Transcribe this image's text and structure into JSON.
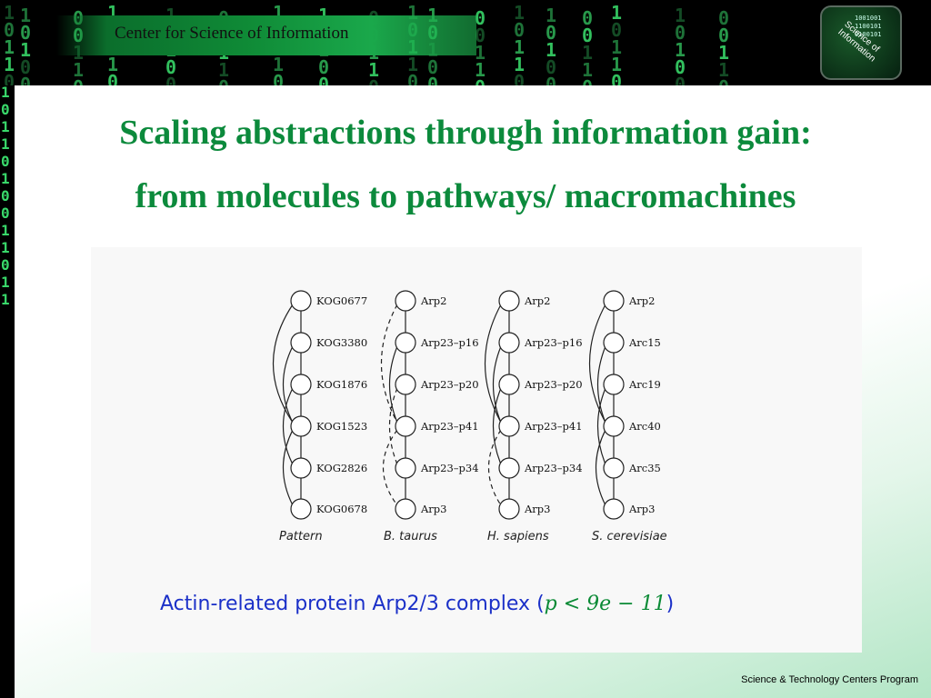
{
  "header": {
    "org_name": "Center for Science of Information",
    "logo_icon": "science-of-information-logo",
    "logo_text": "Science of Information",
    "logo_digits": [
      "1001001",
      "1100101",
      "0100101"
    ]
  },
  "title": {
    "line1": "Scaling abstractions through information gain:",
    "line2": "from molecules to pathways/ macromachines"
  },
  "diagram": {
    "columns": [
      {
        "label": "Pattern",
        "nodes": [
          "KOG0677",
          "KOG3380",
          "KOG1876",
          "KOG1523",
          "KOG2826",
          "KOG0678"
        ]
      },
      {
        "label": "B. taurus",
        "nodes": [
          "Arp2",
          "Arp23–p16",
          "Arp23–p20",
          "Arp23–p41",
          "Arp23–p34",
          "Arp3"
        ]
      },
      {
        "label": "H. sapiens",
        "nodes": [
          "Arp2",
          "Arp23–p16",
          "Arp23–p20",
          "Arp23–p41",
          "Arp23–p34",
          "Arp3"
        ]
      },
      {
        "label": "S. cerevisiae",
        "nodes": [
          "Arp2",
          "Arc15",
          "Arc19",
          "Arc40",
          "Arc35",
          "Arp3"
        ]
      }
    ]
  },
  "caption": {
    "text": "Actin-related protein Arp2/3 complex",
    "open_paren": "(",
    "math": "p < 9e − 11",
    "close_paren": ")"
  },
  "footer": {
    "text": "Science & Technology Centers Program"
  },
  "colors": {
    "title": "#0c8a3c",
    "caption": "#1b30c8",
    "math": "#0a8a35",
    "matrix": "#39d86a"
  }
}
